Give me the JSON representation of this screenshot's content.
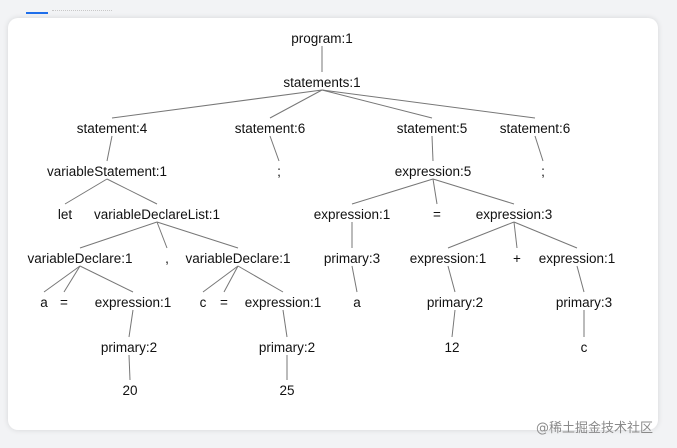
{
  "diagram": {
    "nodes": [
      {
        "id": "n0",
        "label": "program:1"
      },
      {
        "id": "n1",
        "label": "statements:1"
      },
      {
        "id": "n2",
        "label": "statement:4"
      },
      {
        "id": "n3",
        "label": "statement:6"
      },
      {
        "id": "n4",
        "label": "statement:5"
      },
      {
        "id": "n5",
        "label": "statement:6"
      },
      {
        "id": "n6",
        "label": "variableStatement:1"
      },
      {
        "id": "n7",
        "label": ";"
      },
      {
        "id": "n8",
        "label": "expression:5"
      },
      {
        "id": "n9",
        "label": ";"
      },
      {
        "id": "n10",
        "label": "let"
      },
      {
        "id": "n11",
        "label": "variableDeclareList:1"
      },
      {
        "id": "n12",
        "label": "expression:1"
      },
      {
        "id": "n13",
        "label": "="
      },
      {
        "id": "n14",
        "label": "expression:3"
      },
      {
        "id": "n15",
        "label": "variableDeclare:1"
      },
      {
        "id": "n16",
        "label": ","
      },
      {
        "id": "n17",
        "label": "variableDeclare:1"
      },
      {
        "id": "n18",
        "label": "primary:3"
      },
      {
        "id": "n19",
        "label": "expression:1"
      },
      {
        "id": "n20",
        "label": "+"
      },
      {
        "id": "n21",
        "label": "expression:1"
      },
      {
        "id": "n22",
        "label": "a"
      },
      {
        "id": "n23",
        "label": "="
      },
      {
        "id": "n24",
        "label": "expression:1"
      },
      {
        "id": "n25",
        "label": "c"
      },
      {
        "id": "n26",
        "label": "="
      },
      {
        "id": "n27",
        "label": "expression:1"
      },
      {
        "id": "n28",
        "label": "a"
      },
      {
        "id": "n29",
        "label": "primary:2"
      },
      {
        "id": "n30",
        "label": "primary:3"
      },
      {
        "id": "n31",
        "label": "primary:2"
      },
      {
        "id": "n32",
        "label": "primary:2"
      },
      {
        "id": "n33",
        "label": "12"
      },
      {
        "id": "n34",
        "label": "c"
      },
      {
        "id": "n35",
        "label": "20"
      },
      {
        "id": "n36",
        "label": "25"
      }
    ],
    "edges": [
      [
        "n0",
        "n1"
      ],
      [
        "n1",
        "n2"
      ],
      [
        "n1",
        "n3"
      ],
      [
        "n1",
        "n4"
      ],
      [
        "n1",
        "n5"
      ],
      [
        "n2",
        "n6"
      ],
      [
        "n3",
        "n7"
      ],
      [
        "n4",
        "n8"
      ],
      [
        "n5",
        "n9"
      ],
      [
        "n6",
        "n10"
      ],
      [
        "n6",
        "n11"
      ],
      [
        "n8",
        "n12"
      ],
      [
        "n8",
        "n13"
      ],
      [
        "n8",
        "n14"
      ],
      [
        "n11",
        "n15"
      ],
      [
        "n11",
        "n16"
      ],
      [
        "n11",
        "n17"
      ],
      [
        "n12",
        "n18"
      ],
      [
        "n14",
        "n19"
      ],
      [
        "n14",
        "n20"
      ],
      [
        "n14",
        "n21"
      ],
      [
        "n15",
        "n22"
      ],
      [
        "n15",
        "n23"
      ],
      [
        "n15",
        "n24"
      ],
      [
        "n17",
        "n25"
      ],
      [
        "n17",
        "n26"
      ],
      [
        "n17",
        "n27"
      ],
      [
        "n18",
        "n28"
      ],
      [
        "n19",
        "n29"
      ],
      [
        "n21",
        "n30"
      ],
      [
        "n24",
        "n31"
      ],
      [
        "n27",
        "n32"
      ],
      [
        "n29",
        "n33"
      ],
      [
        "n30",
        "n34"
      ],
      [
        "n31",
        "n35"
      ],
      [
        "n32",
        "n36"
      ]
    ]
  },
  "watermark": "@稀土掘金技术社区"
}
